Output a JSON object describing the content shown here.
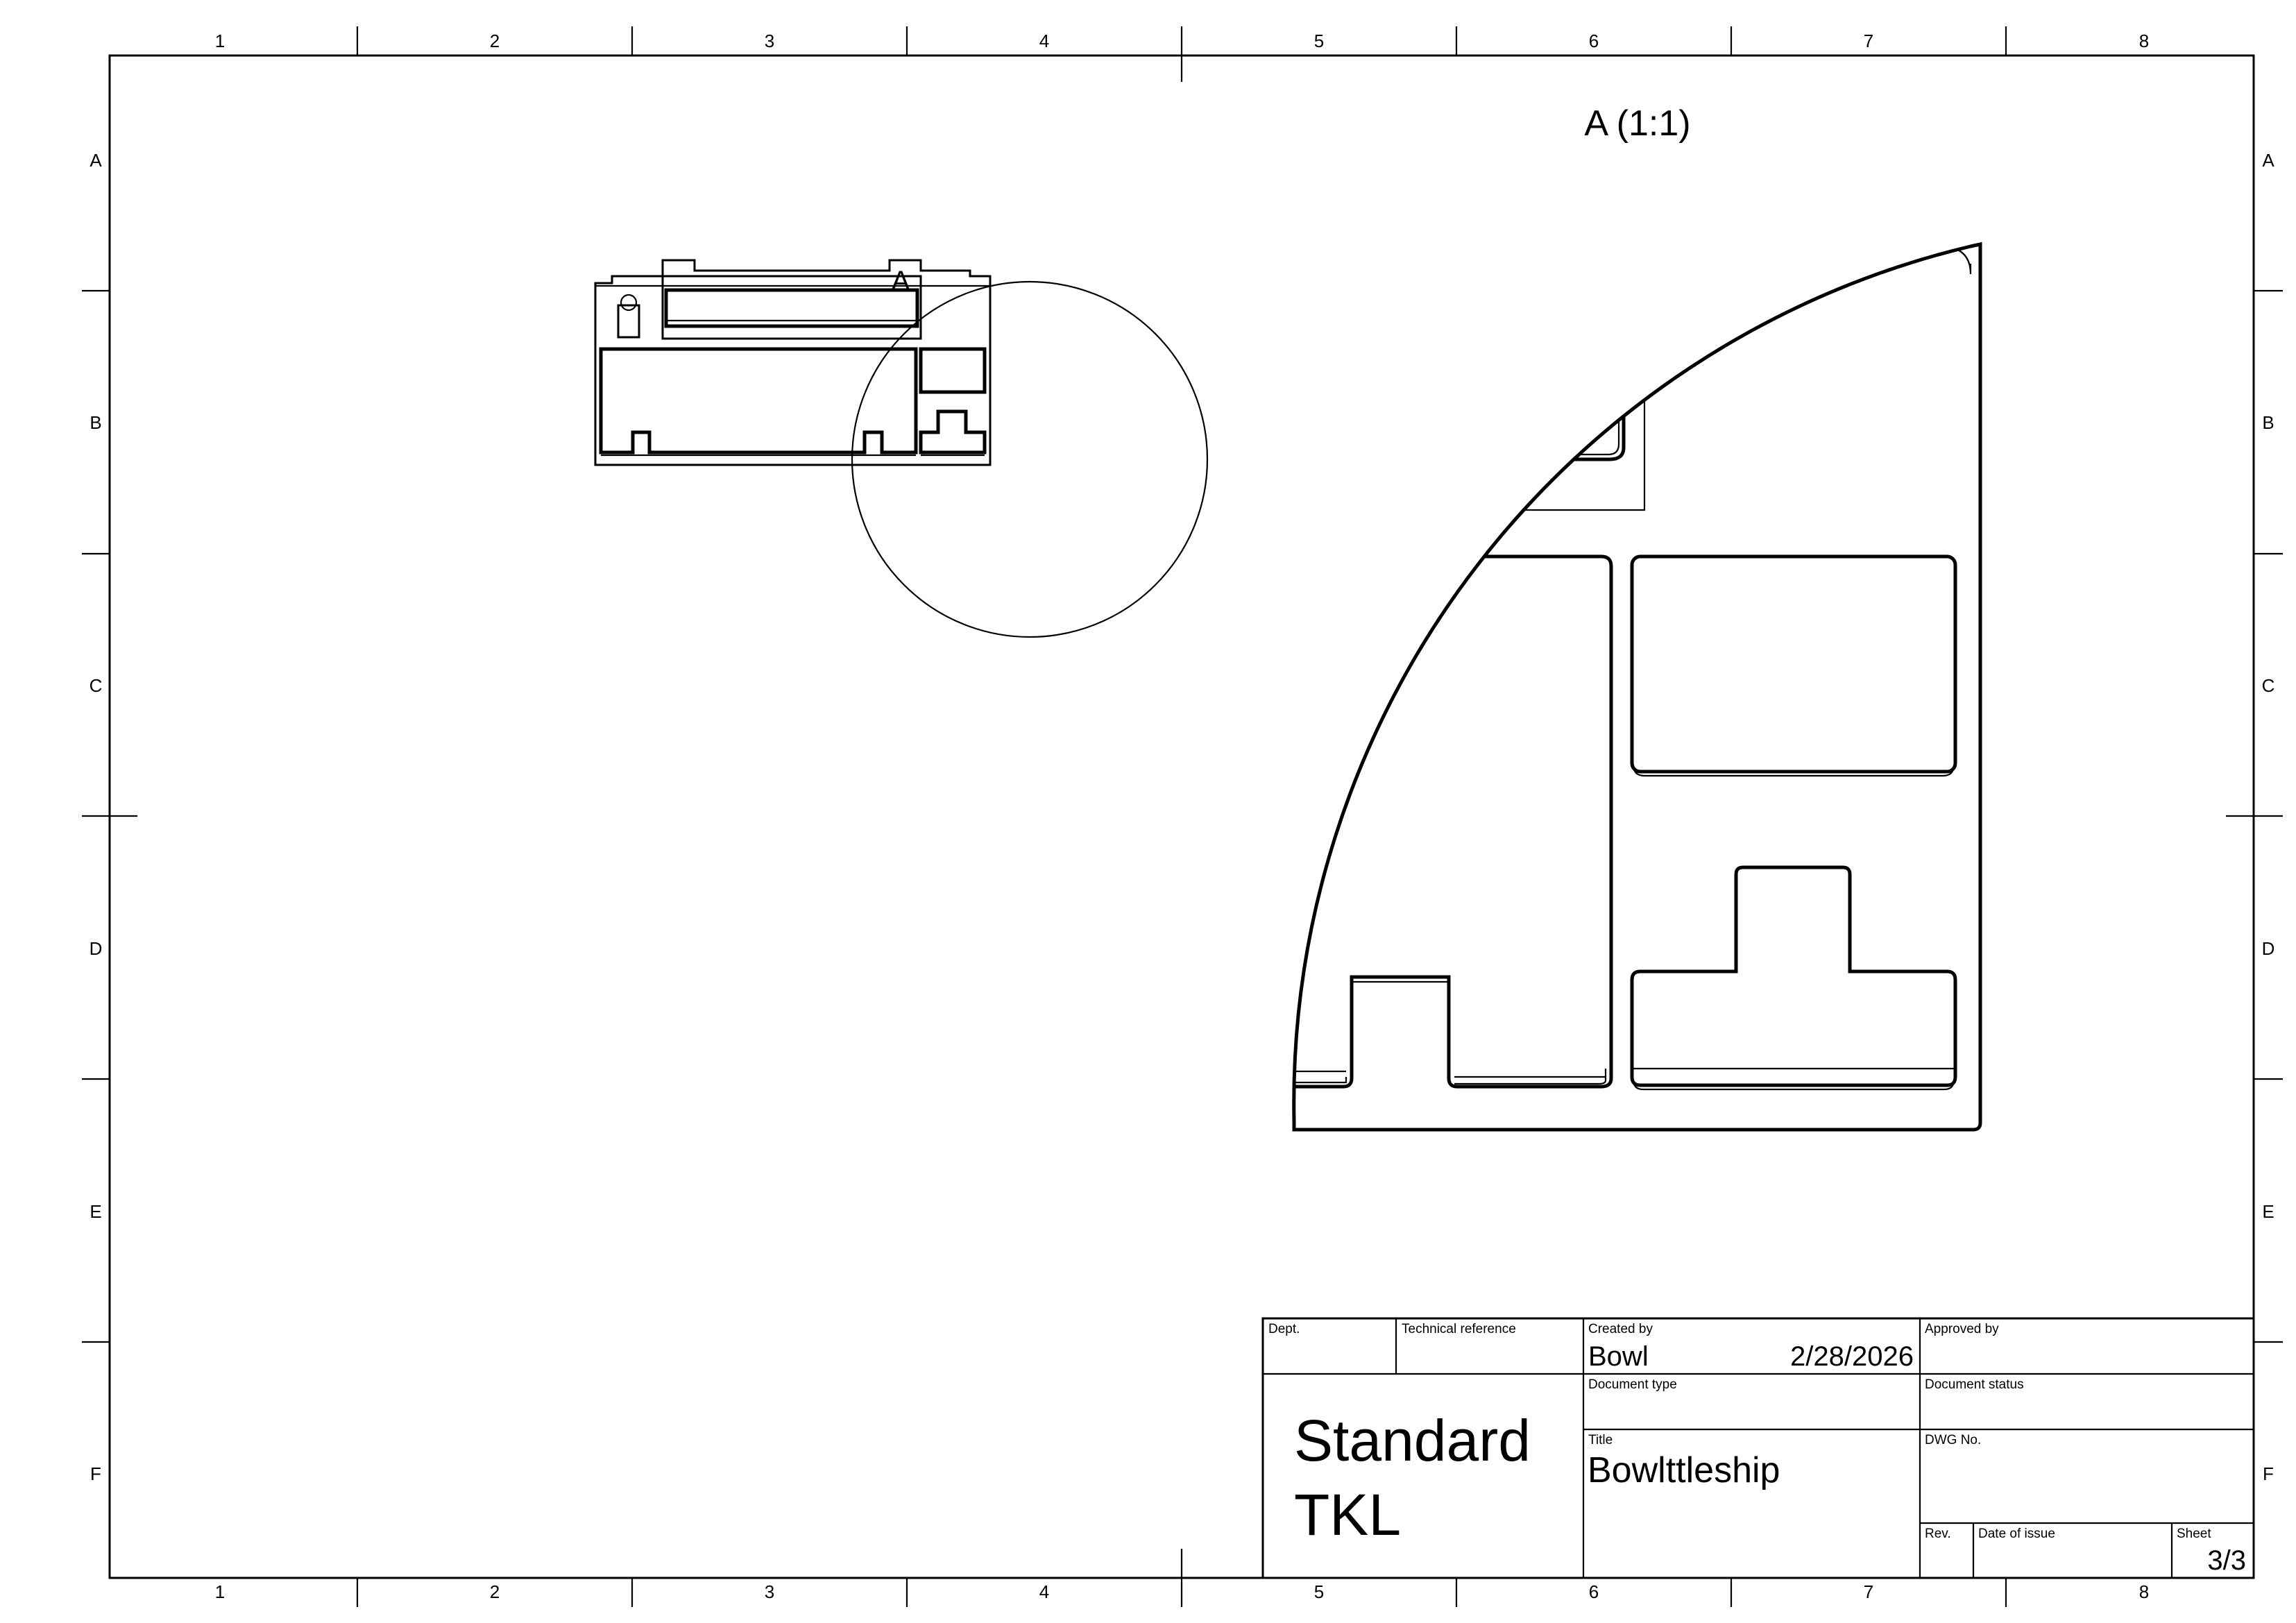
{
  "sheet": {
    "zone_columns": [
      "1",
      "2",
      "3",
      "4",
      "5",
      "6",
      "7",
      "8"
    ],
    "zone_rows": [
      "A",
      "B",
      "C",
      "D",
      "E",
      "F"
    ]
  },
  "views": {
    "detail_marker": "A",
    "detail_title": "A (1:1)"
  },
  "title_block": {
    "dept_label": "Dept.",
    "dept_value": "",
    "tech_ref_label": "Technical reference",
    "tech_ref_value": "",
    "created_by_label": "Created by",
    "created_by_value": "Bowl",
    "created_date": "2/28/2026",
    "approved_by_label": "Approved by",
    "approved_by_value": "",
    "company_line1": "Standard",
    "company_line2": "TKL",
    "document_type_label": "Document type",
    "document_type_value": "",
    "document_status_label": "Document status",
    "document_status_value": "",
    "title_label": "Title",
    "title_value": "Bowlttleship",
    "dwg_no_label": "DWG No.",
    "dwg_no_value": "",
    "rev_label": "Rev.",
    "rev_value": "",
    "date_of_issue_label": "Date of issue",
    "date_of_issue_value": "",
    "sheet_label": "Sheet",
    "sheet_value": "3/3"
  }
}
